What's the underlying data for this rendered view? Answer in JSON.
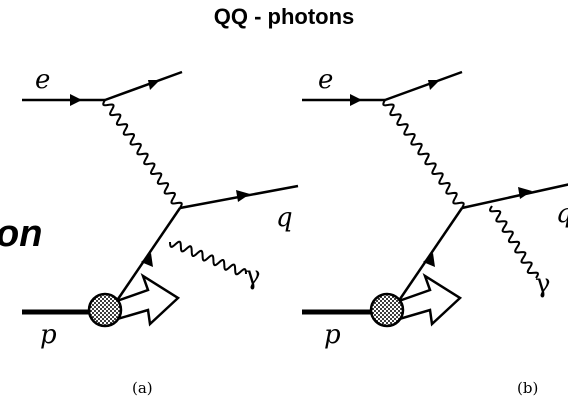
{
  "title": "QQ - photons",
  "cut_text": "on",
  "diagrams": [
    {
      "caption": "(a)",
      "labels": {
        "electron": "e",
        "quark": "q",
        "photon": "γ",
        "proton": "p"
      },
      "photon_from": "quark-line"
    },
    {
      "caption": "(b)",
      "labels": {
        "electron": "e",
        "quark": "q",
        "photon": "γ",
        "proton": "p"
      },
      "photon_from": "outgoing-quark"
    }
  ]
}
